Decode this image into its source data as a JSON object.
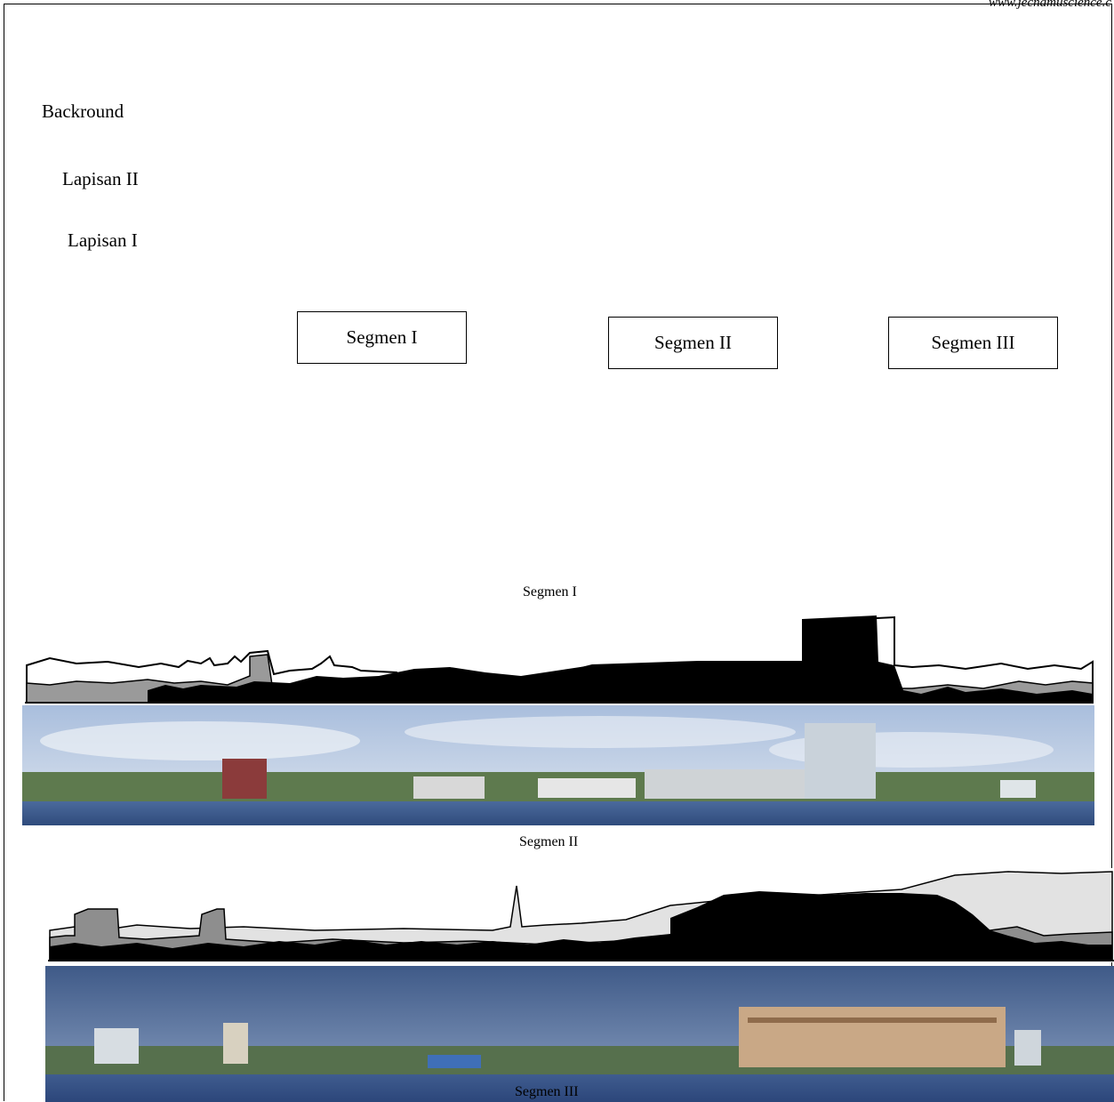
{
  "header": {
    "url_text": "www.jecnamuscience.c"
  },
  "legend": {
    "background": "Backround",
    "layer2": "Lapisan II",
    "layer1": "Lapisan I"
  },
  "segment_boxes": {
    "seg1": "Segmen I",
    "seg2": "Segmen II",
    "seg3": "Segmen III"
  },
  "captions": {
    "seg1": "Segmen I",
    "seg2": "Segmen II",
    "seg3": "Segmen III"
  },
  "colors": {
    "layer1_fill": "#000000",
    "layer2_fill": "#8c8c8c",
    "background_fill": "#d9d9d9",
    "sky_top": "#9fb4d6",
    "sky_bottom": "#d8e1ee",
    "sea": "#3d5b8f",
    "stormy_sky": "#4f6a97"
  }
}
